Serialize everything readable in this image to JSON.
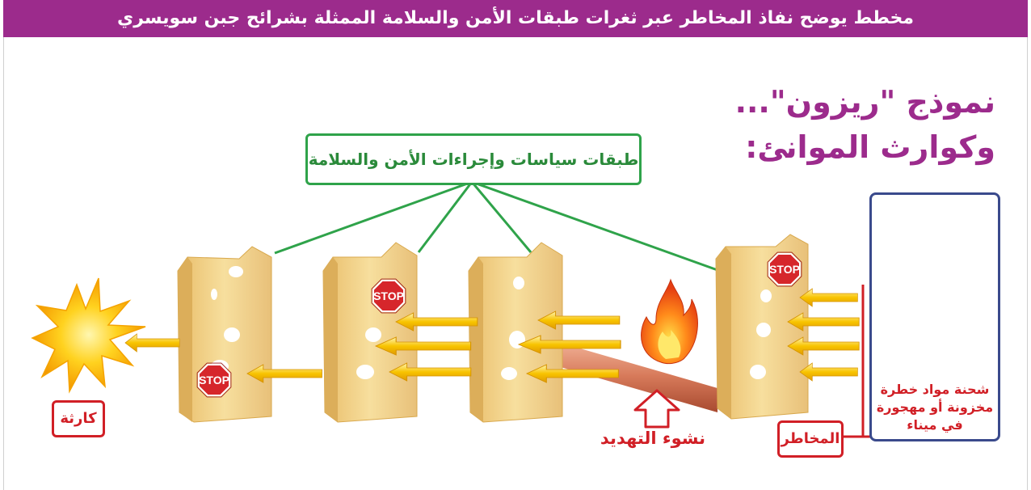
{
  "header": {
    "title": "مخطط يوضح نفاذ المخاطر عبر ثغرات طبقات الأمن والسلامة الممثلة بشرائح جبن سويسري"
  },
  "main_title": {
    "line1": "نموذج \"ريزون\"...",
    "line2": "وكوارث الموانئ:"
  },
  "layers_label": "طبقات سياسات وإجراءات الأمن والسلامة",
  "disaster_label": "كارثة",
  "hazards_label": "المخاطر",
  "threat_label": "نشوء التهديد",
  "cargo_label": {
    "line1": "شحنة مواد خطرة",
    "line2": "مخزونة أو مهجورة",
    "line3": "في ميناء"
  },
  "stop_sign_text": "STOP",
  "colors": {
    "header_bg": "#9c2b8c",
    "title": "#9c2b8c",
    "green": "#2fa34a",
    "red": "#d11f26",
    "cheese": "#f3d28a",
    "arrow": "#f6b400",
    "navy": "#3a4a8c"
  },
  "icons": [
    "explosion-icon",
    "bomb-icon",
    "fire-icon",
    "stop-sign-icon",
    "arrow-up-outline-icon",
    "cheese-slice",
    "pipe"
  ]
}
